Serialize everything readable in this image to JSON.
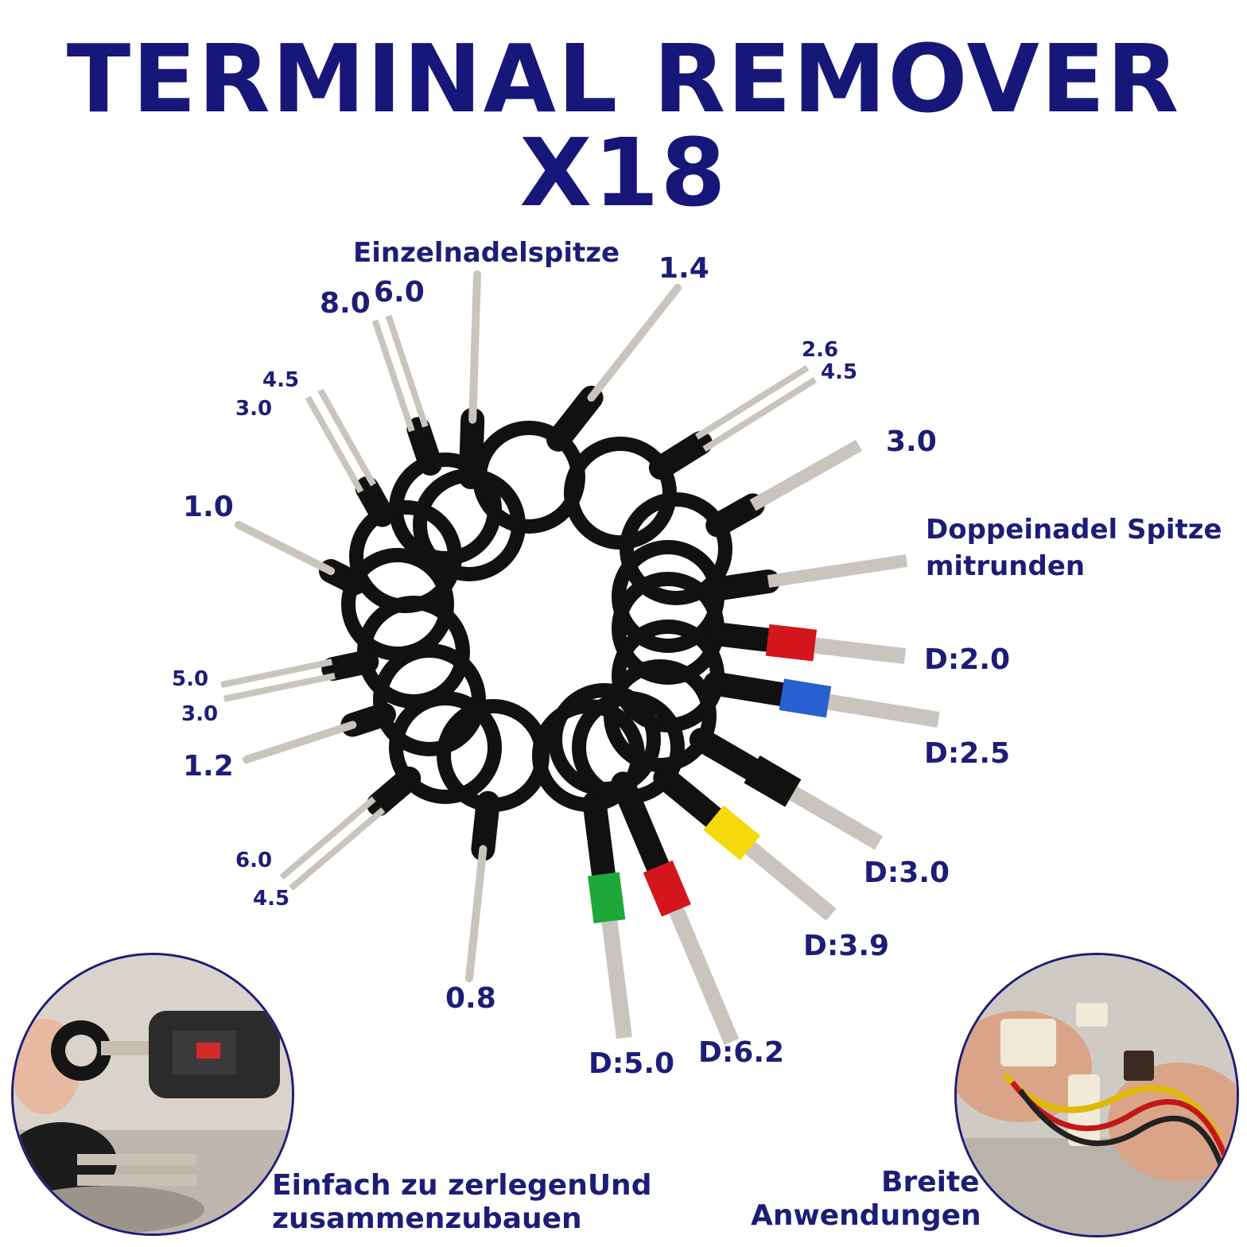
{
  "title": "TERMINAL REMOVER X18",
  "labels": {
    "einzelnadelspitze": "Einzelnadelspitze",
    "l_14": "1.4",
    "l_80": "8.0",
    "l_60_top": "6.0",
    "l_26": "2.6",
    "l_45_right": "4.5",
    "l_45_left": "4.5",
    "l_30_left": "3.0",
    "l_30_right": "3.0",
    "l_10": "1.0",
    "doppel_line1": "Doppeinadel Spitze",
    "doppel_line2": "mitrunden",
    "d20": "D:2.0",
    "l_50": "5.0",
    "l_30_mid": "3.0",
    "d25": "D:2.5",
    "l_12": "1.2",
    "d30": "D:3.0",
    "l_60_bottom": "6.0",
    "l_45_bottom": "4.5",
    "d39": "D:3.9",
    "l_08": "0.8",
    "d50": "D:5.0",
    "d62": "D:6.2"
  },
  "captions": {
    "left_line1": "Einfach zu zerlegenUnd",
    "left_line2": "zusammenzubauen",
    "right_line1": "Breite",
    "right_line2": "Anwendungen"
  },
  "colors": {
    "title": "#17177a",
    "label": "#1d1d78",
    "handle": "#111111",
    "steel": "#c9c4bd",
    "sleeve_red": "#d3161c",
    "sleeve_blue": "#2a5fcf",
    "sleeve_black": "#111111",
    "sleeve_yellow": "#f5d90a",
    "sleeve_green": "#1fa83a"
  },
  "inset_left_icon": "tool-inserting-connector-photo",
  "inset_right_icon": "hands-holding-wires-photo"
}
